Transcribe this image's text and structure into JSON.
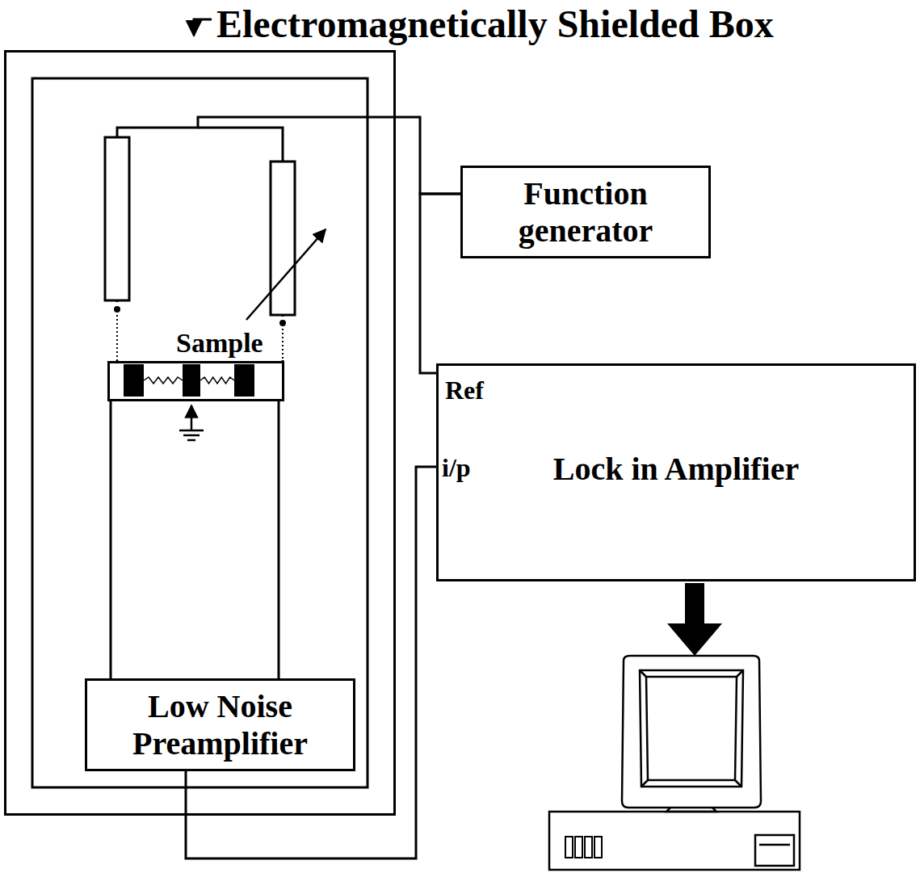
{
  "diagram": {
    "nodes": [
      {
        "text": [
          "Electromagnetically Shielded Box"
        ]
      },
      {
        "text": [
          "Sample"
        ],
        "in": 0
      },
      {
        "text": [
          "Low Noise Preamplifier"
        ],
        "in": 0
      },
      {
        "text": [
          "Function generator"
        ]
      },
      {
        "text": [
          "Ref",
          "Lock in Amplifier",
          "i/p"
        ]
      }
    ],
    "edges": [
      {
        "from": 3,
        "to": 1,
        "arrow": "none"
      },
      {
        "from": 3,
        "to": 4,
        "arrow": "none"
      },
      {
        "from": 1,
        "to": 2,
        "arrow": "none"
      },
      {
        "from": 1,
        "to": 2,
        "arrow": "none"
      },
      {
        "from": 2,
        "to": 4,
        "arrow": "none"
      }
    ]
  }
}
